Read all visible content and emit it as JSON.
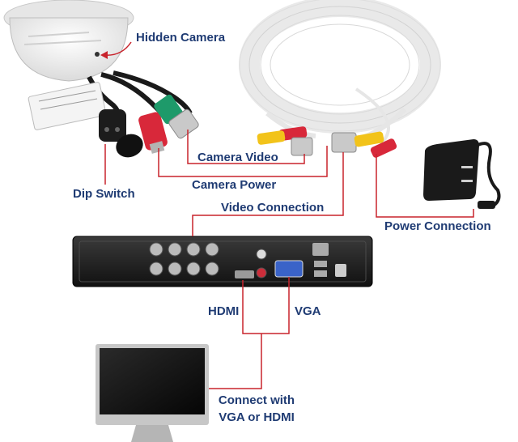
{
  "labels": {
    "hidden_camera": "Hidden Camera",
    "camera_video": "Camera Video",
    "camera_power": "Camera Power",
    "dip_switch": "Dip Switch",
    "video_connection": "Video Connection",
    "power_connection": "Power Connection",
    "hdmi": "HDMI",
    "vga": "VGA",
    "connect_line1": "Connect with",
    "connect_line2": "VGA or HDMI"
  },
  "colors": {
    "label_text": "#1f3b73",
    "callout_line": "#c8232c",
    "bnc_yellow": "#f2c31a",
    "power_red": "#d8283a",
    "video_green": "#1e9a6a"
  }
}
